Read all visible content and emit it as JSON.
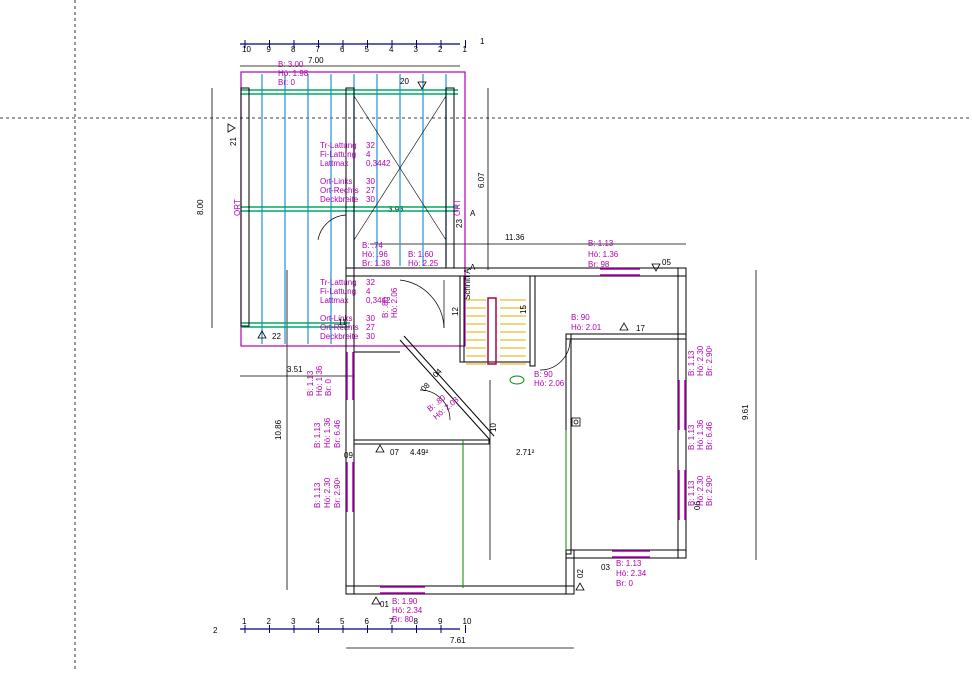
{
  "rulers": {
    "top": {
      "ticks": [
        "10",
        "9",
        "8",
        "7",
        "6",
        "5",
        "4",
        "3",
        "2",
        "1"
      ],
      "index": "1"
    },
    "bottom": {
      "ticks": [
        "1",
        "2",
        "3",
        "4",
        "5",
        "6",
        "7",
        "8",
        "9",
        "10"
      ],
      "index": "2"
    }
  },
  "dims": {
    "top_width": "7.00",
    "left_height": "8.00",
    "roof_right": "6.07",
    "mid_width": "11.36",
    "right_height": "9.61",
    "lower_left_height": "10.86",
    "lower_left_width": "3.51",
    "bottom_width": "7.61",
    "inner_a": "4.49²",
    "inner_b": "2.71²",
    "roof_inner": "3.93"
  },
  "roof": {
    "ort_left": "ORT",
    "ort_mid": "ORT",
    "label_20": "20",
    "label_21": "21",
    "label_22": "22",
    "label_23": "23",
    "block1": {
      "l1": "Tr-Lattung",
      "v1": "32",
      "l2": "Fi-Lattung",
      "v2": "4",
      "l3": "Lattmax",
      "v3": "0,3442",
      "l4": "Ort-Links",
      "v4": "30",
      "l5": "Ort-Rechts",
      "v5": "27",
      "l6": "Deckbreite",
      "v6": "30"
    },
    "block2": {
      "l1": "Tr-Lattung",
      "v1": "32",
      "l2": "Fi-Lattung",
      "v2": "4",
      "l3": "Lattmax",
      "v3": "0,3442",
      "l4": "Ort-Links",
      "v4": "30",
      "l5": "Ort-Rechts",
      "v5": "27",
      "l6": "Deckbreite",
      "v6": "30"
    },
    "win_top": {
      "b": "B: 3.00",
      "h": "Hö: 1.98",
      "br": "Br: 0"
    }
  },
  "openings": {
    "w1": {
      "b": "B: .74",
      "h": "Hö: .96",
      "br": "Br: 1.38"
    },
    "w2": {
      "b": "B: 1.60",
      "h": "Hö: 2.25"
    },
    "w3": {
      "b": "B: 1.13",
      "h": "Hö: 1.36",
      "br": "Br: 98"
    },
    "w4": {
      "b": "B: 90",
      "h": "Hö: 2.01"
    },
    "w5": {
      "b": "B: 90",
      "h": "Hö: 2.06"
    },
    "w6": {
      "b": "B: 1.13",
      "h": "Hö: 1.36",
      "br": "Br: 0"
    },
    "w7": {
      "b": "B: 1.13",
      "h": "Hö: 1.36",
      "br": "Br: 6.46"
    },
    "w8": {
      "b": "B: 1.13",
      "h": "Hö: 2.30",
      "br": "Br: 2.90¹"
    },
    "w9": {
      "b": "B: 1.90",
      "h": "Hö: 2.34",
      "br": "Br: 80"
    },
    "w10": {
      "b": "B: 1.13",
      "h": "Hö: 2.34",
      "br": "Br: 0"
    },
    "r1": {
      "b": "B: 1.13",
      "h": "Hö: 2.30",
      "br": "Br: 2.90¹"
    },
    "r2": {
      "b": "B: 1.13",
      "h": "Hö: 1.36",
      "br": "Br: 6.46"
    },
    "r3": {
      "b": "B: 1.13",
      "h": "Hö: 2.30",
      "br": "Br: 2.90¹"
    },
    "d1": {
      "b": "B: .80",
      "h": "Hö: 2.08"
    },
    "d2": {
      "b": "B: .80",
      "h": "Hö: 2.06"
    }
  },
  "wall_labels": {
    "l05": "05",
    "l17": "17",
    "l07": "07",
    "l10": "10",
    "l15": "15",
    "l12": "12",
    "l01": "01",
    "l02": "02",
    "l03": "03",
    "l08": "08",
    "l04": "04",
    "l09": "09",
    "l06": "06",
    "l11": "11",
    "schnitt": "Schnitt A",
    "a1": "A",
    "a2": "A"
  },
  "colors": {
    "roof_outline": "#b000b0",
    "rafter": "#3399dd",
    "wall": "#000000",
    "window": "#b000b0",
    "stair": "#e6a800",
    "stair_rail": "#b00040",
    "green": "#008800"
  }
}
